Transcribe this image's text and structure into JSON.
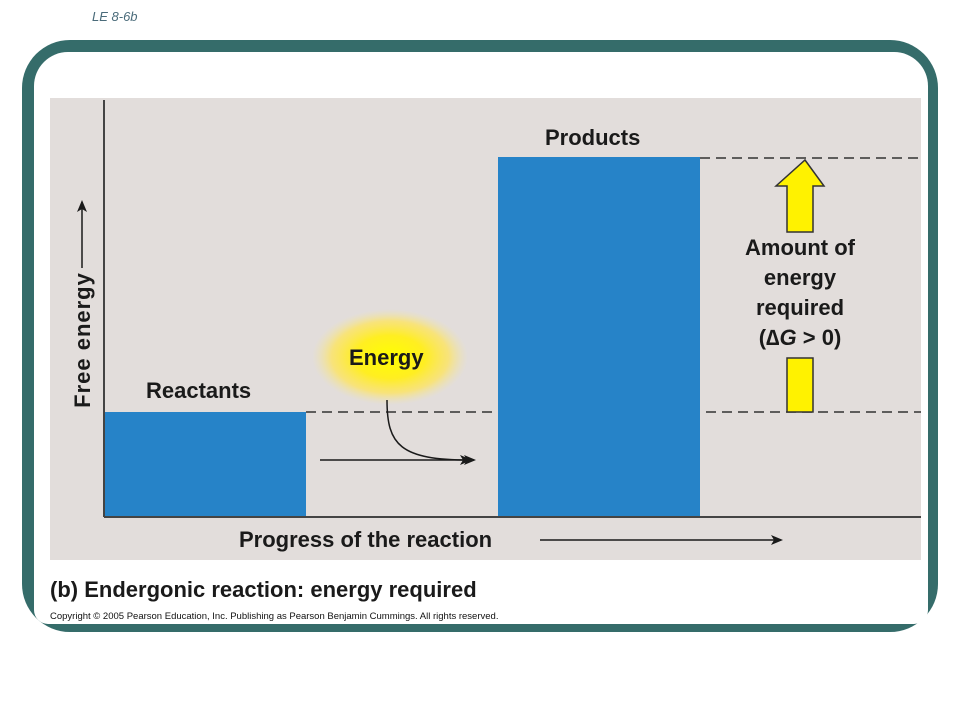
{
  "slide": {
    "label": "LE 8-6b"
  },
  "diagram": {
    "products": "Products",
    "reactants": "Reactants",
    "energy": "Energy",
    "amount": {
      "line1": "Amount of",
      "line2": "energy",
      "line3": "required",
      "delta_symbol": "∆",
      "g_symbol": "G",
      "condition": " > 0)",
      "open_paren": "("
    },
    "y_axis_label": "Free energy",
    "x_axis_label": "Progress of the reaction"
  },
  "caption": {
    "letter": "(b)",
    "text": "Endergonic reaction: energy required"
  },
  "copyright": "Copyright © 2005 Pearson Education, Inc. Publishing as Pearson Benjamin Cummings. All rights reserved.",
  "colors": {
    "bar_blue": "#2683c8",
    "arrow_yellow": "#fff200",
    "frame_teal": "#356c6a",
    "panel_gray": "#e2dddb"
  },
  "icons": [
    "up-arrow-icon",
    "energy-glow-icon",
    "curved-arrow-icon",
    "right-arrow-icon"
  ]
}
